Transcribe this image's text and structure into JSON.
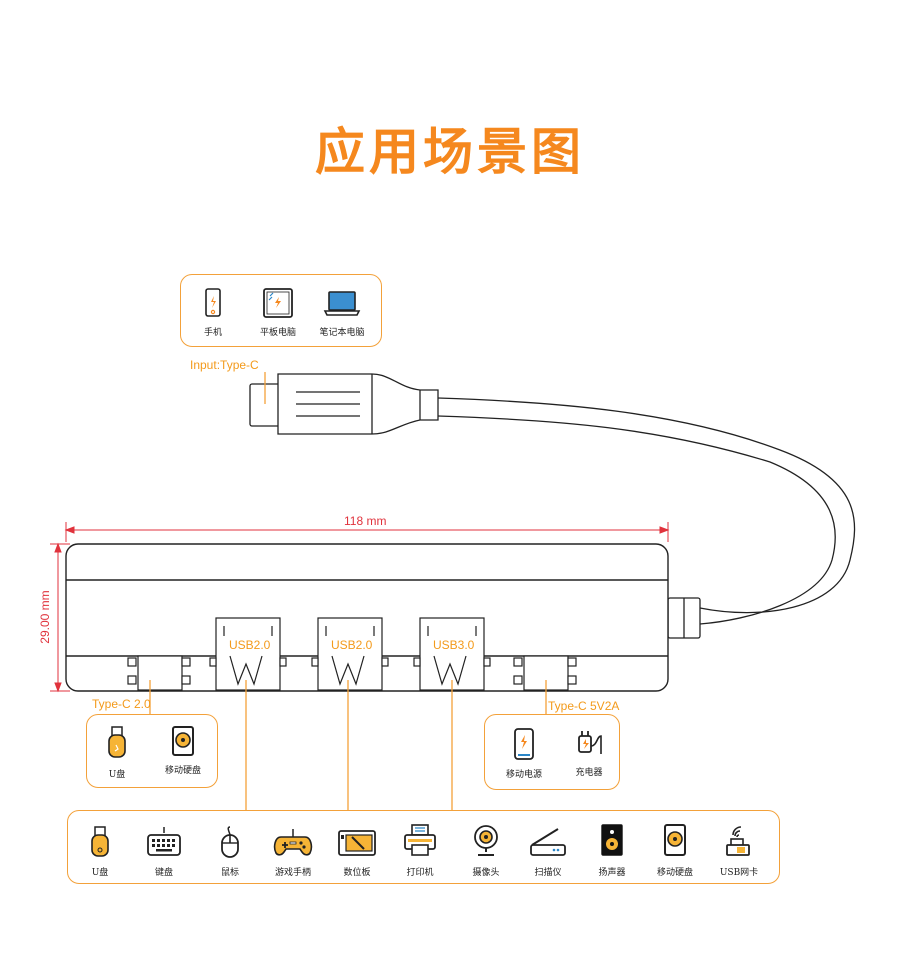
{
  "title": "应用场景图",
  "input_label": "Input:Type-C",
  "width_dim": "118 mm",
  "height_dim": "29.00 mm",
  "ports": {
    "usb_a": [
      "USB2.0",
      "USB2.0",
      "USB3.0"
    ],
    "typec_left": "Type-C 2.0",
    "typec_right": "Type-C 5V2A"
  },
  "groups": {
    "input_devices": [
      {
        "label": "手机",
        "icon": "phone-icon"
      },
      {
        "label": "平板电脑",
        "icon": "tablet-icon"
      },
      {
        "label": "笔记本电脑",
        "icon": "laptop-icon"
      }
    ],
    "typec_left_devices": [
      {
        "label": "U盘",
        "icon": "usb-flash-drive-icon"
      },
      {
        "label": "移动硬盘",
        "icon": "external-hard-drive-icon"
      }
    ],
    "typec_right_devices": [
      {
        "label": "移动电源",
        "icon": "power-bank-icon"
      },
      {
        "label": "充电器",
        "icon": "charger-icon"
      }
    ],
    "usb_devices": [
      {
        "label": "U盘",
        "icon": "usb-flash-drive-icon"
      },
      {
        "label": "键盘",
        "icon": "keyboard-icon"
      },
      {
        "label": "鼠标",
        "icon": "mouse-icon"
      },
      {
        "label": "游戏手柄",
        "icon": "gamepad-icon"
      },
      {
        "label": "数位板",
        "icon": "drawing-tablet-icon"
      },
      {
        "label": "打印机",
        "icon": "printer-icon"
      },
      {
        "label": "摄像头",
        "icon": "webcam-icon"
      },
      {
        "label": "扫描仪",
        "icon": "scanner-icon"
      },
      {
        "label": "扬声器",
        "icon": "speaker-icon"
      },
      {
        "label": "移动硬盘",
        "icon": "external-hard-drive-icon"
      },
      {
        "label": "USB网卡",
        "icon": "usb-network-adapter-icon"
      }
    ]
  },
  "colors": {
    "accent": "#f5881e",
    "box_border": "#f3a13a",
    "dimension": "#e0323c"
  }
}
